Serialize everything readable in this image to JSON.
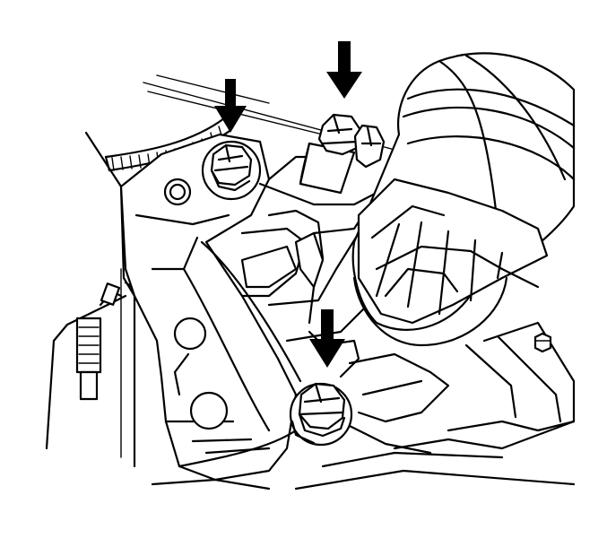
{
  "figure": {
    "background_color": "#ffffff",
    "line_color": "#000000",
    "arrow_color": "#000000",
    "components": [
      "engine-mount-bracket",
      "oil-filter",
      "wiring-harness",
      "spark-plug-wire-boot",
      "mount-bolt"
    ],
    "callouts": {
      "arrow_count": 3,
      "icon": "down-arrow-icon",
      "targets": [
        "upper-left-bolt",
        "upper-center-bolt",
        "lower-bolt"
      ]
    }
  }
}
